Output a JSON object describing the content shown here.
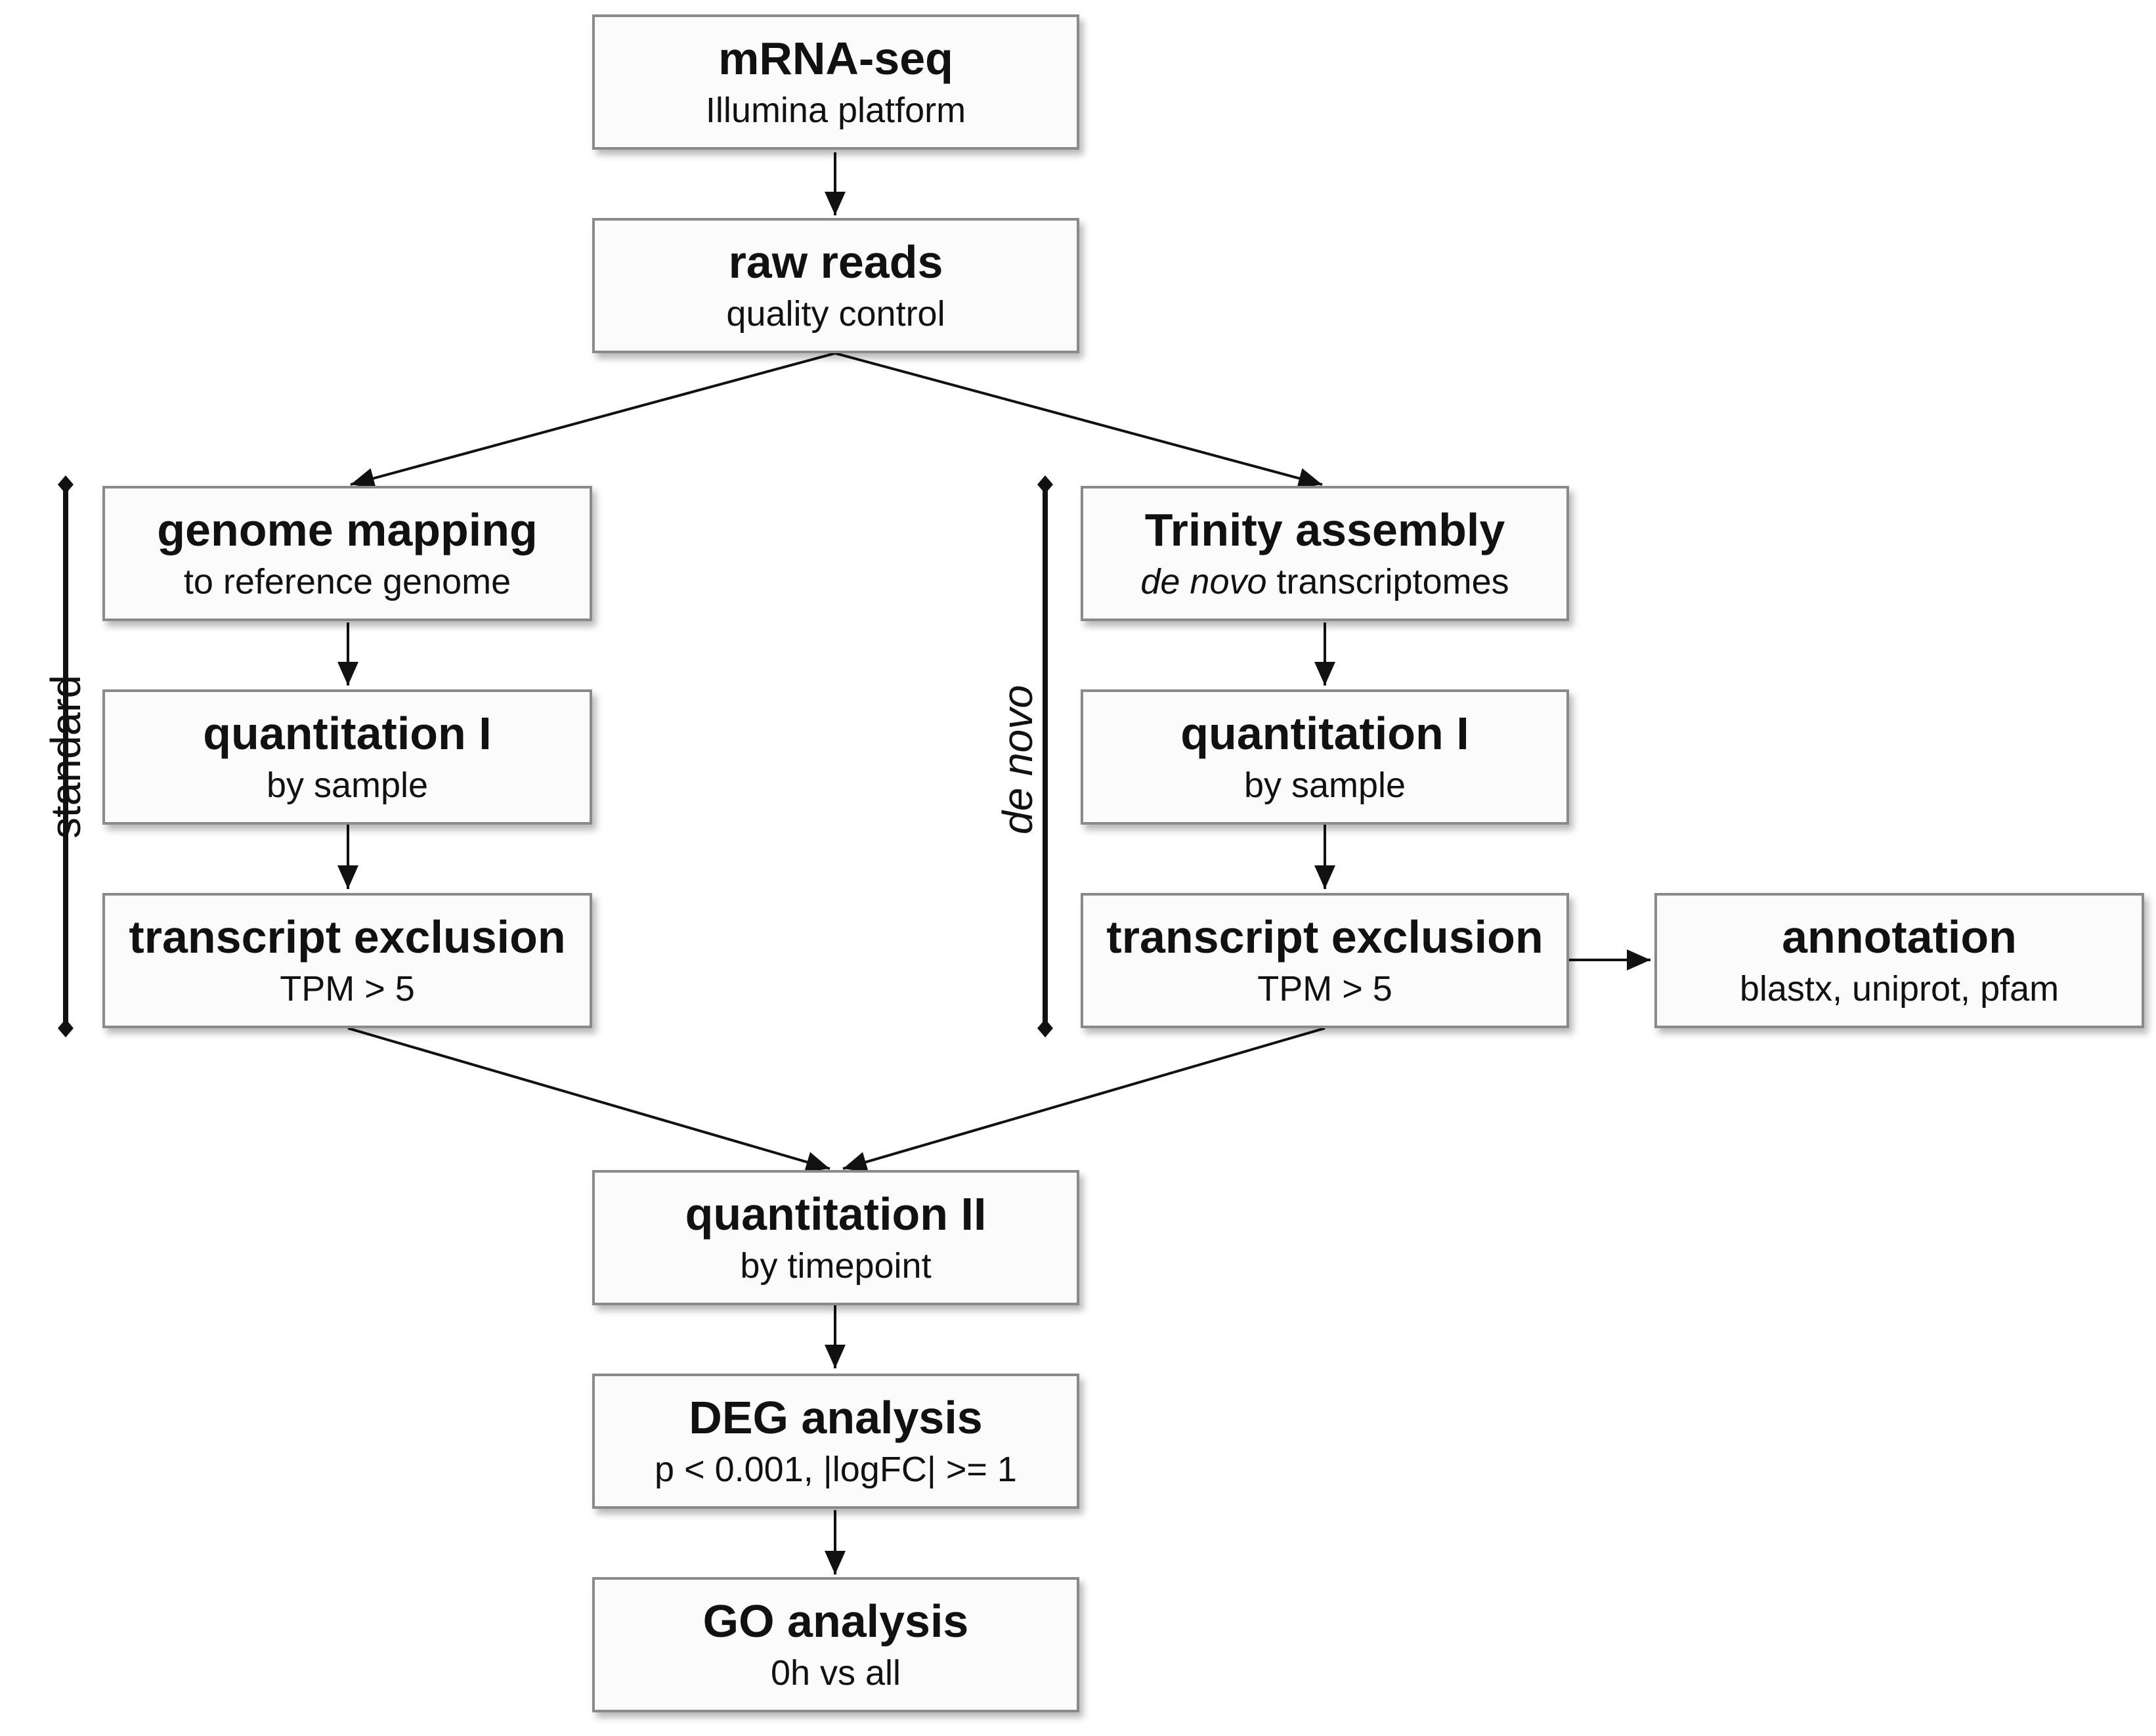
{
  "boxes": {
    "mrna_seq": {
      "title": "mRNA-seq",
      "sub": "Illumina platform"
    },
    "raw_reads": {
      "title": "raw reads",
      "sub": "quality control"
    },
    "genome_mapping": {
      "title": "genome mapping",
      "sub": "to reference genome"
    },
    "trinity_assembly": {
      "title": "Trinity assembly",
      "sub_italic": "de novo",
      "sub_rest": " transcriptomes"
    },
    "quant_i_standard": {
      "title": "quantitation I",
      "sub": "by sample"
    },
    "quant_i_denovo": {
      "title": "quantitation I",
      "sub": "by sample"
    },
    "excl_standard": {
      "title": "transcript exclusion",
      "sub": "TPM > 5"
    },
    "excl_denovo": {
      "title": "transcript exclusion",
      "sub": "TPM > 5"
    },
    "annotation": {
      "title": "annotation",
      "sub": "blastx, uniprot, pfam"
    },
    "quant_ii": {
      "title": "quantitation II",
      "sub": "by timepoint"
    },
    "deg": {
      "title": "DEG analysis",
      "sub": "p < 0.001, |logFC| >= 1"
    },
    "go": {
      "title": "GO analysis",
      "sub": "0h vs all"
    }
  },
  "side_labels": {
    "standard": "standard",
    "denovo": "de novo"
  },
  "colors": {
    "box_border": "#8a8a8a",
    "box_fill": "#fbfbfb",
    "line": "#111111"
  }
}
